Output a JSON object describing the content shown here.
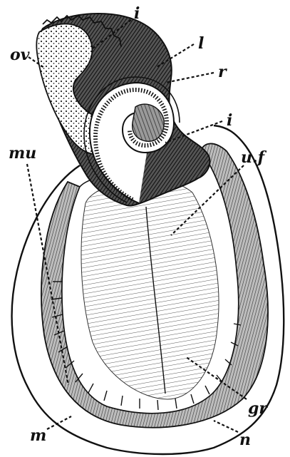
{
  "labels": {
    "ov": "ov",
    "i_top": "i",
    "l": "l",
    "r": "r",
    "i_mid": "i",
    "mu": "mu",
    "uf": "u.f",
    "gr": "gr",
    "m": "m",
    "n": "n"
  },
  "colors": {
    "ink": "#111111",
    "paper": "#ffffff"
  }
}
